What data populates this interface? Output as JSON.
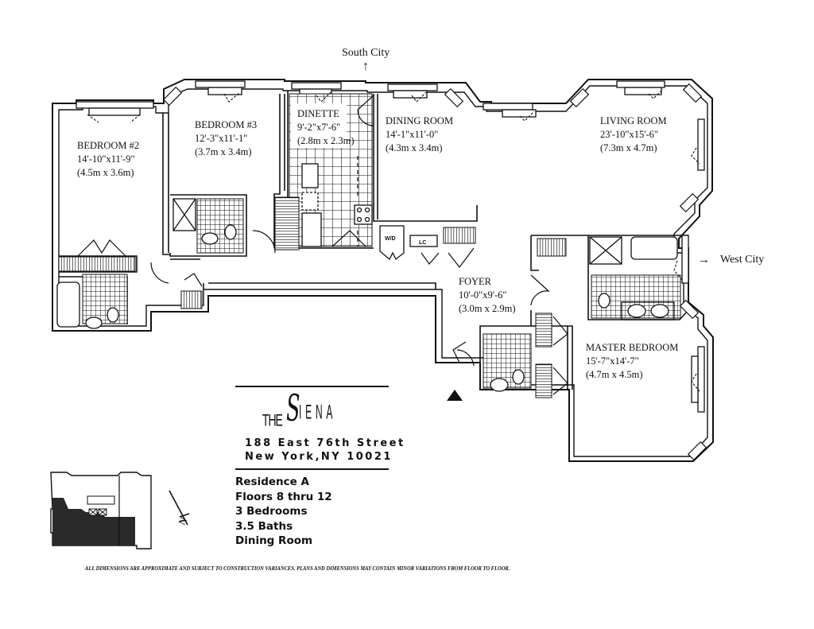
{
  "orientation": {
    "top_label": "South City",
    "right_label": "West City",
    "up_arrow": "↑",
    "right_arrow": "→"
  },
  "rooms": [
    {
      "name": "BEDROOM #2",
      "imperial": "14'-10\"x11'-9\"",
      "metric": "(4.5m x 3.6m)"
    },
    {
      "name": "BEDROOM #3",
      "imperial": "12'-3\"x11'-1\"",
      "metric": "(3.7m x 3.4m)"
    },
    {
      "name": "DINETTE",
      "imperial": "9'-2\"x7'-6\"",
      "metric": "(2.8m x 2.3m)"
    },
    {
      "name": "DINING ROOM",
      "imperial": "14'-1\"x11'-0\"",
      "metric": "(4.3m x 3.4m)"
    },
    {
      "name": "LIVING ROOM",
      "imperial": "23'-10\"x15'-6\"",
      "metric": "(7.3m x 4.7m)"
    },
    {
      "name": "FOYER",
      "imperial": "10'-0\"x9'-6\"",
      "metric": "(3.0m x 2.9m)"
    },
    {
      "name": "MASTER BEDROOM",
      "imperial": "15'-7\"x14'-7\"",
      "metric": "(4.7m x 4.5m)"
    }
  ],
  "fixtures": {
    "washer_dryer": "W/D",
    "linen_closet": "LC"
  },
  "brand": {
    "the": "THE",
    "s": "S",
    "iena": "IENA",
    "address_line1": "188 East 76th Street",
    "address_line2": "New York,NY 10021"
  },
  "residence": {
    "name": "Residence A",
    "floors": "Floors 8 thru 12",
    "bedrooms": "3 Bedrooms",
    "baths": "3.5 Baths",
    "feature": "Dining Room"
  },
  "key_plan": {
    "north_label": "N"
  },
  "disclaimer": "ALL DIMENSIONS ARE APPROXIMATE AND SUBJECT TO CONSTRUCTION VARIANCES.   PLANS AND DIMENSIONS MAY CONTAIN MINOR VARIATIONS FROM FLOOR TO FLOOR."
}
